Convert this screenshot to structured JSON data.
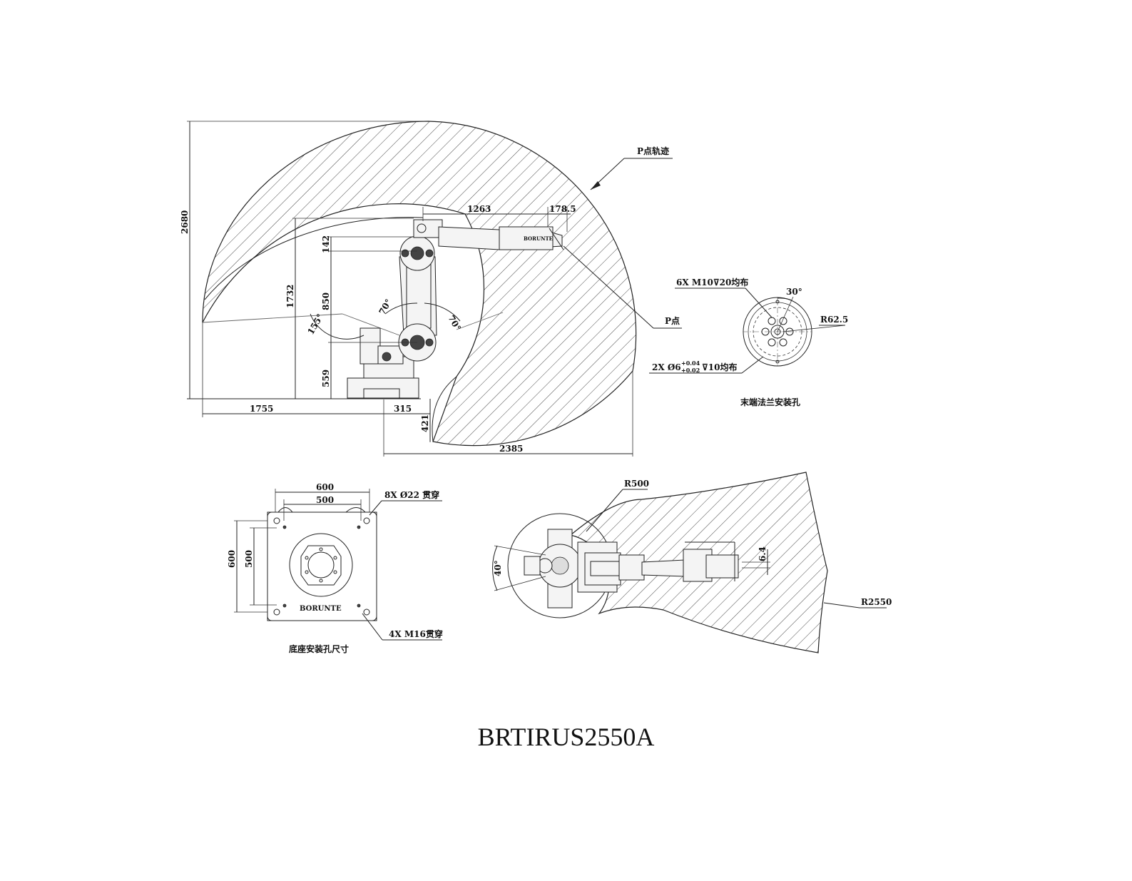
{
  "title": "BRTIRUS2550A",
  "brand": "BORUNTE",
  "side_view": {
    "trajectory_label": "P点轨迹",
    "p_point_label": "P点",
    "dims": {
      "total_height": "2680",
      "arm_height": "1732",
      "forearm_offset": "142",
      "upper_arm": "850",
      "base_height": "559",
      "forearm_length": "1263",
      "wrist_length": "178.5",
      "rear_reach": "1755",
      "base_offset": "315",
      "base_depth": "421",
      "front_reach": "2385"
    },
    "angles": {
      "j2_back": "155°",
      "j2_left": "70°",
      "j2_right": "70°"
    }
  },
  "flange": {
    "threads": "6X  M10",
    "thread_depth": "20均布",
    "angle": "30°",
    "radius": "R62.5",
    "pins": "2X  Ø6",
    "pin_tol_upper": "+0.04",
    "pin_tol_lower": "+0.02",
    "pin_depth": "10均布",
    "caption": "末端法兰安装孔"
  },
  "base_plate": {
    "outer_width": "600",
    "inner_width": "500",
    "outer_height": "600",
    "inner_height": "500",
    "through_holes": "8X  Ø22  贯穿",
    "tapped_holes": "4X  M16贯穿",
    "caption": "底座安装孔尺寸"
  },
  "top_view": {
    "inner_radius": "R500",
    "outer_radius": "R2550",
    "rotation_angle": "40°",
    "offset": "6.4"
  }
}
